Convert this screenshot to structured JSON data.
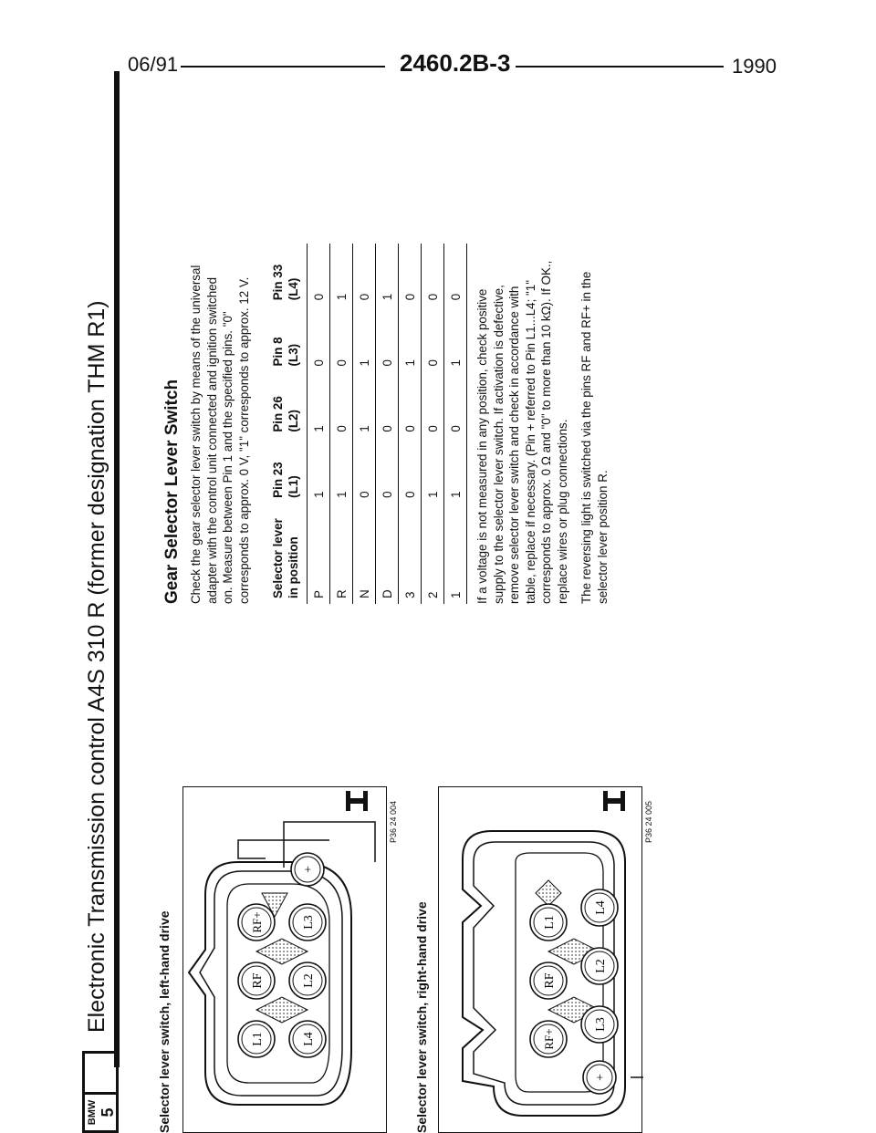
{
  "header": {
    "date": "06/91",
    "doc_number": "2460.2B-3",
    "year": "1990"
  },
  "logo": {
    "brand": "BMW",
    "series": "5"
  },
  "title": "Electronic Transmission control A4S 310 R (former designation THM R1)",
  "figures": [
    {
      "caption": "Selector lever switch, left-hand drive",
      "reference": "P36 24 004",
      "pins": [
        "L1",
        "RF",
        "RF+",
        "L4",
        "L2",
        "L3",
        "+"
      ]
    },
    {
      "caption": "Selector lever switch, right-hand drive",
      "reference": "P36 24 005",
      "pins": [
        "RF+",
        "RF",
        "L1",
        "+",
        "L3",
        "L2",
        "L4"
      ]
    }
  ],
  "section": {
    "title": "Gear Selector Lever Switch",
    "intro": "Check the gear selector lever switch by means of the universal adapter with the control unit connected and ignition switched on. Measure between Pin 1 and the specified pins. \"0\" corresponds to approx. 0 V, \"1\" corresponds to approx. 12 V.",
    "table": {
      "headers": [
        {
          "line1": "Selector lever",
          "line2": "in position"
        },
        {
          "line1": "Pin 23",
          "line2": "(L1)"
        },
        {
          "line1": "Pin 26",
          "line2": "(L2)"
        },
        {
          "line1": "Pin 8",
          "line2": "(L3)"
        },
        {
          "line1": "Pin 33",
          "line2": "(L4)"
        }
      ],
      "rows": [
        [
          "P",
          "1",
          "1",
          "0",
          "0"
        ],
        [
          "R",
          "1",
          "0",
          "0",
          "1"
        ],
        [
          "N",
          "0",
          "1",
          "1",
          "0"
        ],
        [
          "D",
          "0",
          "0",
          "0",
          "1"
        ],
        [
          "3",
          "0",
          "0",
          "1",
          "0"
        ],
        [
          "2",
          "1",
          "0",
          "0",
          "0"
        ],
        [
          "1",
          "1",
          "0",
          "1",
          "0"
        ]
      ]
    },
    "note": "If a voltage is not measured in any position, check positive supply to the selector lever switch. If activation is defective, remove selector lever switch and check in accordance with table, replace if necessary. (Pin + referred to Pin L1...L4; \"1\" corresponds to approx. 0 Ω and \"0\" to more than 10 kΩ). If OK., replace wires or plug connections.",
    "reversing": "The reversing light is switched via the pins RF and RF+ in the selector lever position R."
  }
}
